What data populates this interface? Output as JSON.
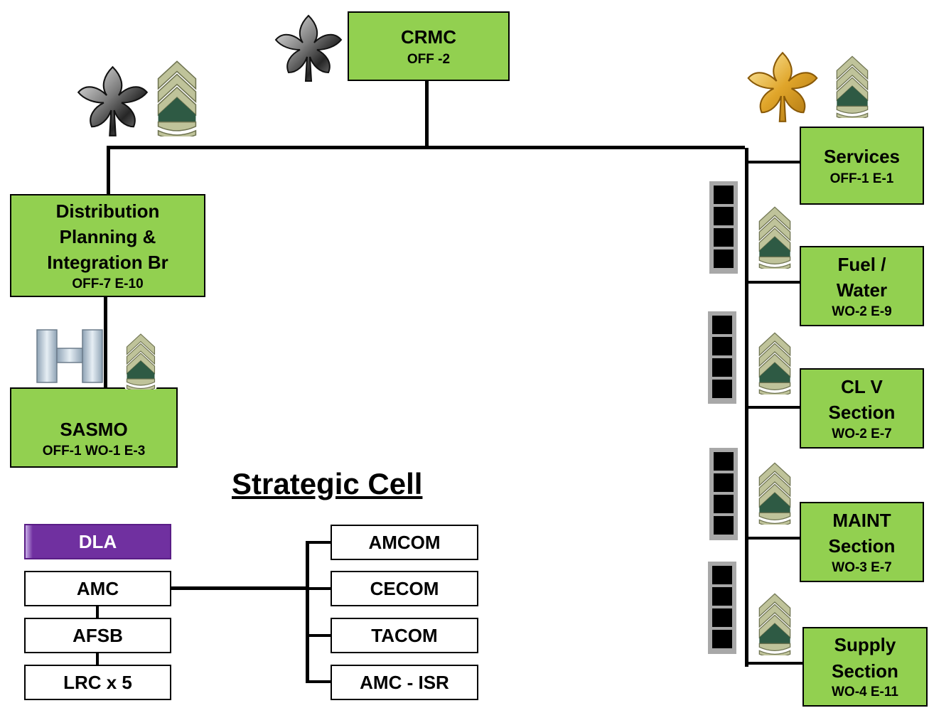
{
  "top": {
    "title": "CRMC",
    "staff": "OFF -2"
  },
  "branch_left": {
    "title_lines": [
      "Distribution",
      "Planning &",
      "Integration Br"
    ],
    "staff": "OFF-7 E-10"
  },
  "sasmo": {
    "title": "SASMO",
    "staff": "OFF-1 WO-1 E-3"
  },
  "sections": [
    {
      "title_lines": [
        "Services"
      ],
      "staff": "OFF-1 E-1"
    },
    {
      "title_lines": [
        "Fuel /",
        "Water"
      ],
      "staff": "WO-2 E-9"
    },
    {
      "title_lines": [
        "CL V",
        "Section"
      ],
      "staff": "WO-2 E-7"
    },
    {
      "title_lines": [
        "MAINT",
        "Section"
      ],
      "staff": "WO-3 E-7"
    },
    {
      "title_lines": [
        "Supply",
        "Section"
      ],
      "staff": "WO-4 E-11"
    }
  ],
  "strategic": {
    "title": "Strategic Cell",
    "left_boxes": [
      "DLA",
      "AMC",
      "AFSB",
      "LRC x 5"
    ],
    "right_boxes": [
      "AMCOM",
      "CECOM",
      "TACOM",
      "AMC - ISR"
    ]
  },
  "insignia": {
    "silver_oak_leaf": "lieutenant-colonel-insignia",
    "gold_oak_leaf": "major-insignia",
    "captain_bars": "captain-insignia",
    "chevrons": "master-sergeant-insignia",
    "warrant_bar": "chief-warrant-officer-insignia"
  },
  "colors": {
    "box_green": "#92d050",
    "dla_purple": "#7030a0",
    "line": "#000000"
  }
}
